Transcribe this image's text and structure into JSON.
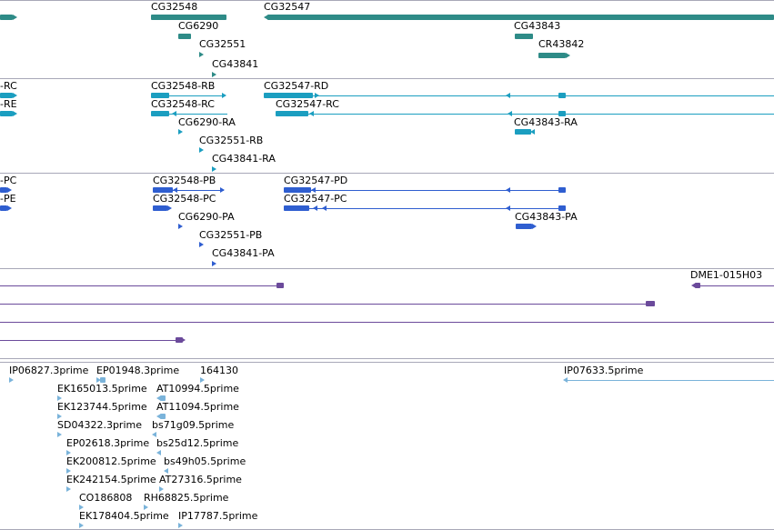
{
  "colors": {
    "genes": "#2e8b87",
    "transcripts": "#1b9ec0",
    "proteins": "#2f5ed0",
    "clones": "#6b4a9b",
    "ests": "#7ab3da"
  },
  "tracks": [
    {
      "id": "genes",
      "name": "genes-track",
      "features": [
        {
          "label": "CG32548"
        },
        {
          "label": "CG32547"
        },
        {
          "label": "CG6290"
        },
        {
          "label": "CG43843"
        },
        {
          "label": "CG32551"
        },
        {
          "label": "CR43842"
        },
        {
          "label": "CG43841"
        }
      ]
    },
    {
      "id": "transcripts",
      "name": "transcripts-track",
      "features": [
        {
          "label": "-RC"
        },
        {
          "label": "CG32548-RB"
        },
        {
          "label": "CG32547-RD"
        },
        {
          "label": "-RE"
        },
        {
          "label": "CG32548-RC"
        },
        {
          "label": "CG32547-RC"
        },
        {
          "label": "CG6290-RA"
        },
        {
          "label": "CG43843-RA"
        },
        {
          "label": "CG32551-RB"
        },
        {
          "label": "CG43841-RA"
        }
      ]
    },
    {
      "id": "proteins",
      "name": "proteins-track",
      "features": [
        {
          "label": "-PC"
        },
        {
          "label": "CG32548-PB"
        },
        {
          "label": "CG32547-PD"
        },
        {
          "label": "-PE"
        },
        {
          "label": "CG32548-PC"
        },
        {
          "label": "CG32547-PC"
        },
        {
          "label": "CG6290-PA"
        },
        {
          "label": "CG43843-PA"
        },
        {
          "label": "CG32551-PB"
        },
        {
          "label": "CG43841-PA"
        }
      ]
    },
    {
      "id": "clones",
      "name": "clones-track",
      "features": [
        {
          "label": "DME1-015H03"
        }
      ]
    },
    {
      "id": "ests",
      "name": "ests-track",
      "features": [
        {
          "label": "IP06827.3prime"
        },
        {
          "label": "EP01948.3prime"
        },
        {
          "label": "164130"
        },
        {
          "label": "IP07633.5prime"
        },
        {
          "label": "EK165013.5prime"
        },
        {
          "label": "AT10994.5prime"
        },
        {
          "label": "EK123744.5prime"
        },
        {
          "label": "AT11094.5prime"
        },
        {
          "label": "SD04322.3prime"
        },
        {
          "label": "bs71g09.5prime"
        },
        {
          "label": "EP02618.3prime"
        },
        {
          "label": "bs25d12.5prime"
        },
        {
          "label": "EK200812.5prime"
        },
        {
          "label": "bs49h05.5prime"
        },
        {
          "label": "EK242154.5prime"
        },
        {
          "label": "AT27316.5prime"
        },
        {
          "label": "CO186808"
        },
        {
          "label": "RH68825.5prime"
        },
        {
          "label": "EK178404.5prime"
        },
        {
          "label": "IP17787.5prime"
        }
      ]
    }
  ]
}
